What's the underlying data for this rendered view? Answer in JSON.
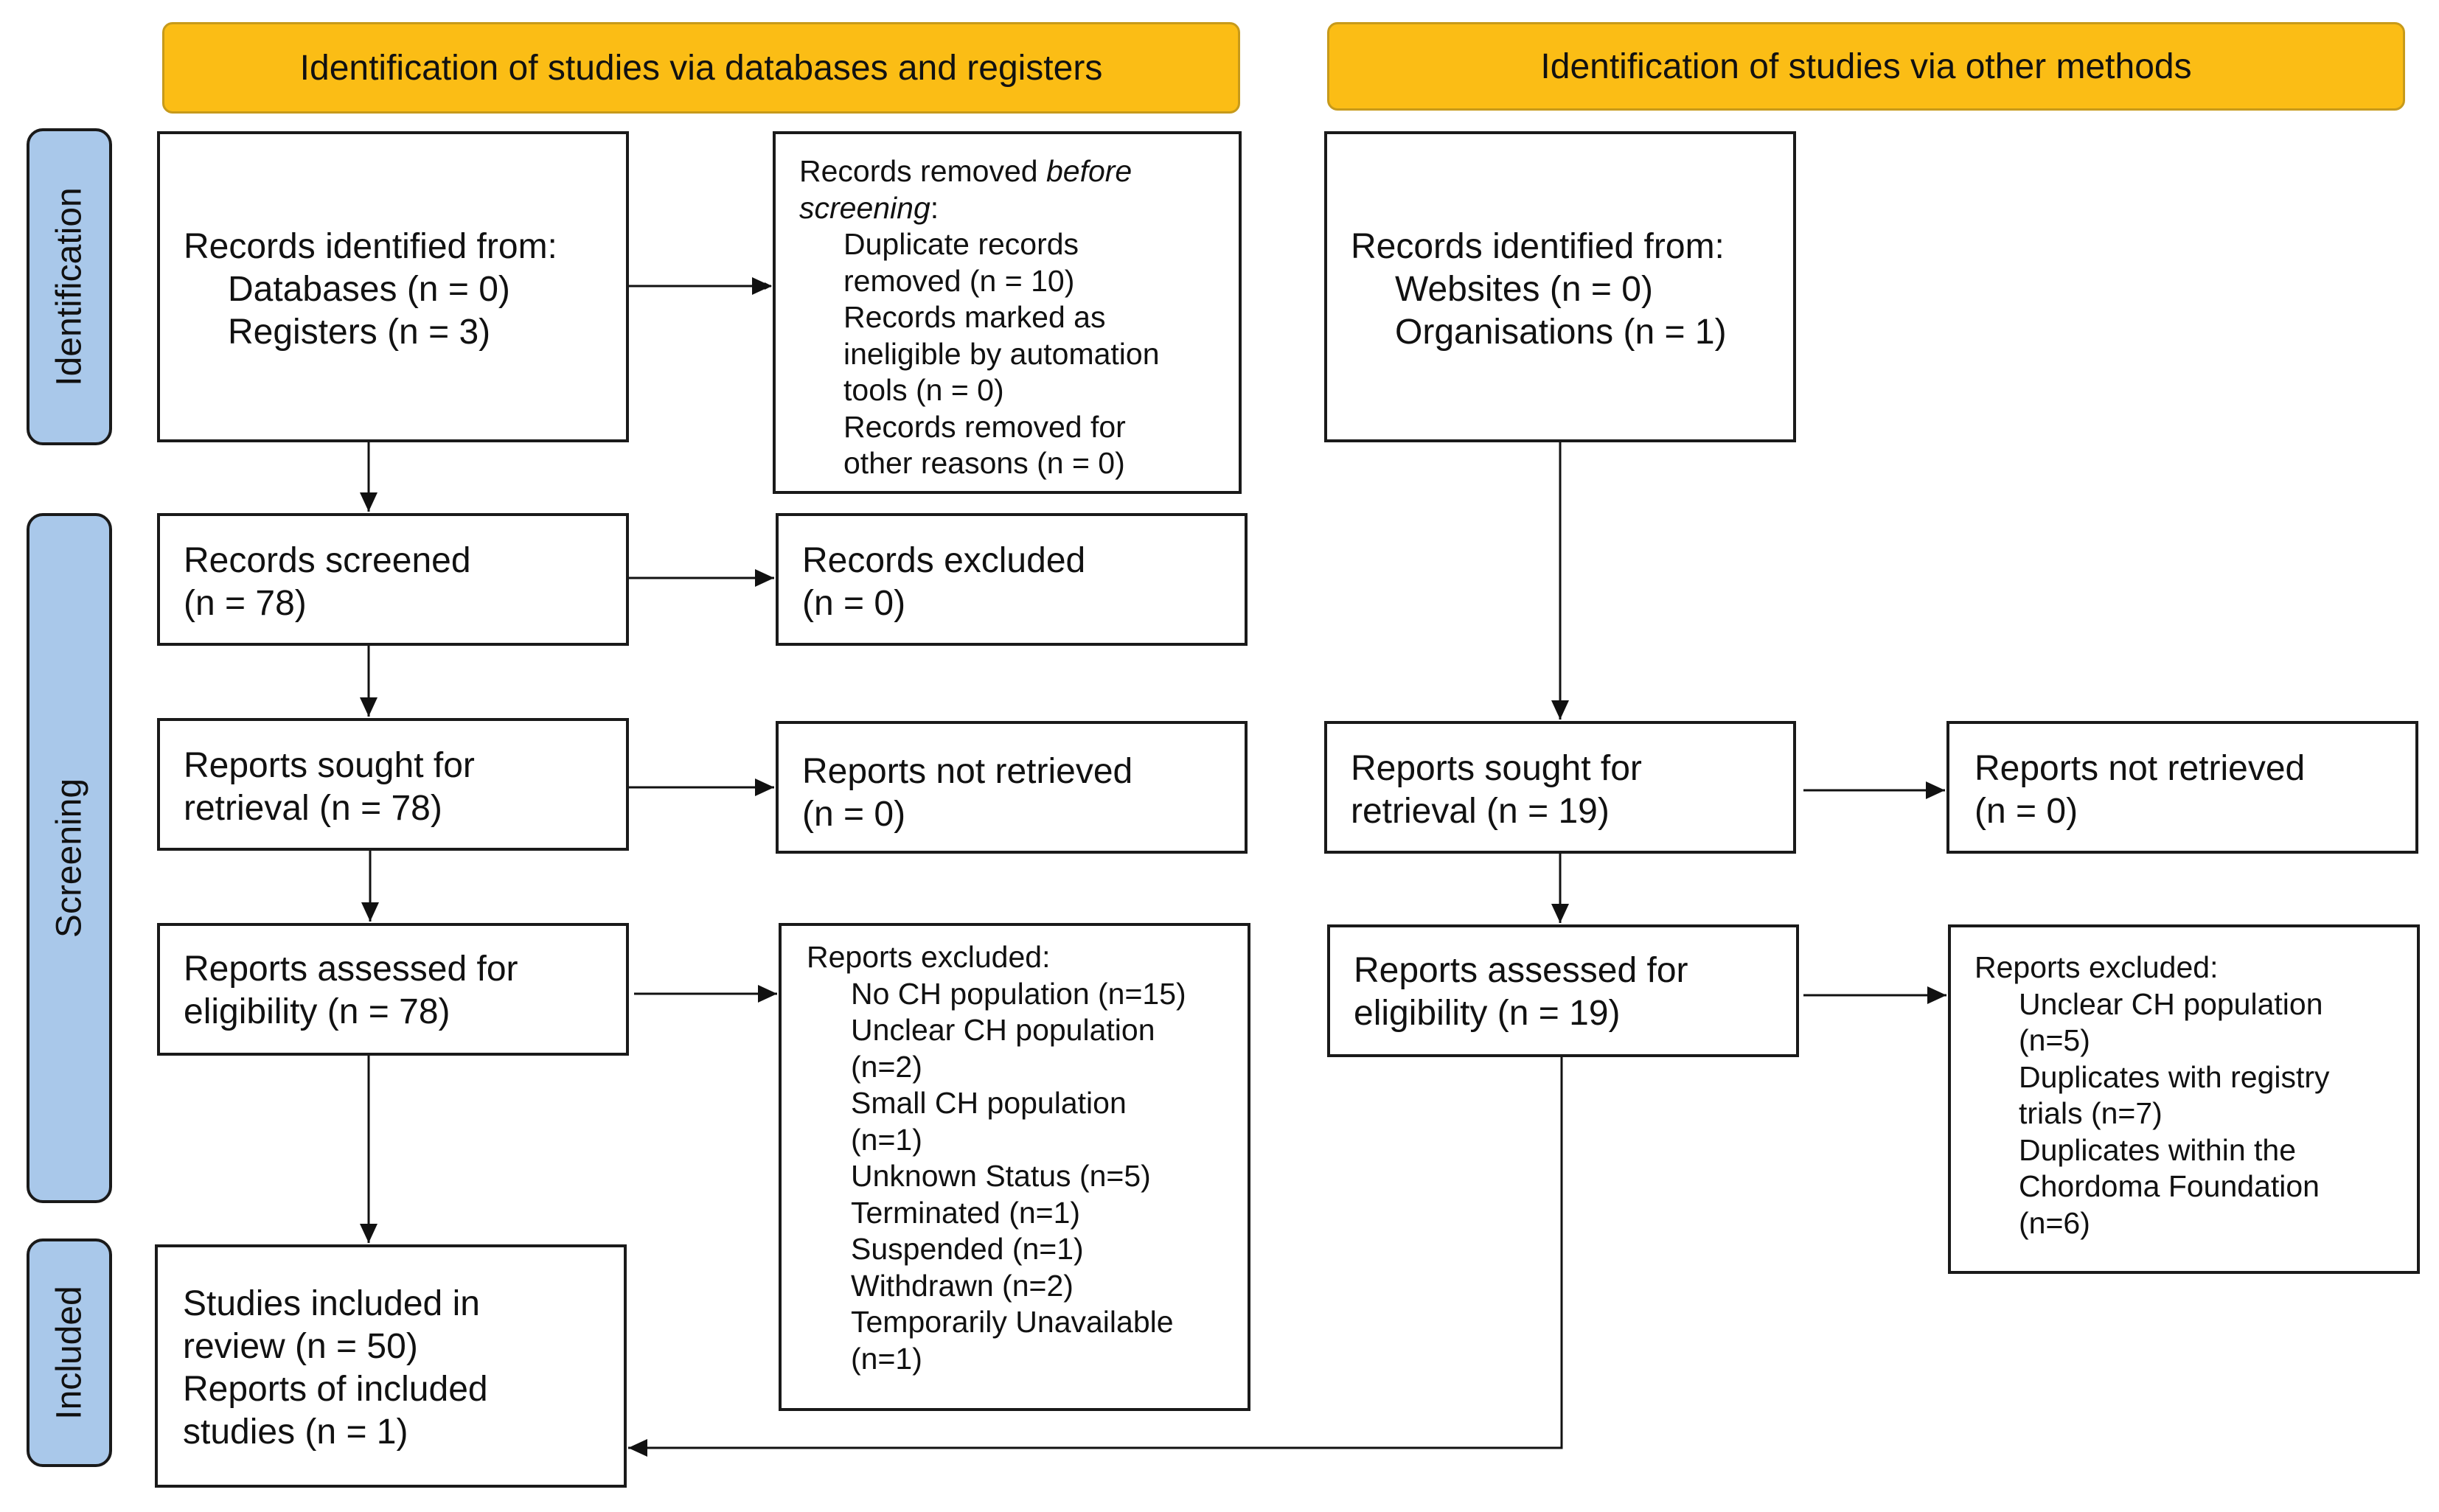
{
  "headers": {
    "left": "Identification of studies via databases and registers",
    "right": "Identification of studies via other methods"
  },
  "phases": {
    "identification": "Identification",
    "screening": "Screening",
    "included": "Included"
  },
  "left": {
    "records_identified": {
      "title": "Records identified from:",
      "databases": "Databases (n = 0)",
      "registers": "Registers (n = 3)"
    },
    "records_removed": {
      "l1_pre": "Records removed ",
      "l1_em": "before",
      "l2_em": "screening",
      "l2_post": ":",
      "i1": "Duplicate records",
      "i2": "removed  (n = 10)",
      "i3": "Records marked as",
      "i4": "ineligible by automation",
      "i5": "tools (n = 0)",
      "i6": "Records removed for",
      "i7": "other reasons (n = 0)"
    },
    "records_screened": {
      "l1": "Records screened",
      "l2": "(n = 78)"
    },
    "records_excluded": {
      "l1": "Records excluded",
      "l2": "(n = 0)"
    },
    "sought": {
      "l1": "Reports sought for",
      "l2": "retrieval (n = 78)"
    },
    "not_retrieved": {
      "l1": "Reports not retrieved",
      "l2": "(n = 0)"
    },
    "assessed": {
      "l1": "Reports assessed for",
      "l2": "eligibility (n = 78)"
    },
    "excluded": {
      "title": "Reports excluded:",
      "items": [
        "No CH population (n=15)",
        "Unclear CH population",
        "(n=2)",
        "Small CH population",
        "(n=1)",
        "Unknown Status (n=5)",
        "Terminated (n=1)",
        "Suspended (n=1)",
        "Withdrawn (n=2)",
        "Temporarily Unavailable",
        "(n=1)"
      ]
    },
    "included": {
      "l1": "Studies included in",
      "l2": "review (n = 50)",
      "l3": "Reports of included",
      "l4": "studies (n = 1)"
    }
  },
  "right": {
    "records_identified": {
      "title": "Records identified from:",
      "websites": "Websites (n = 0)",
      "organisations": "Organisations (n = 1)"
    },
    "sought": {
      "l1": "Reports sought for",
      "l2": "retrieval (n = 19)"
    },
    "not_retrieved": {
      "l1": "Reports not retrieved",
      "l2": "(n = 0)"
    },
    "assessed": {
      "l1": "Reports assessed for",
      "l2": "eligibility (n = 19)"
    },
    "excluded": {
      "title": "Reports excluded:",
      "items": [
        "Unclear CH population",
        "(n=5)",
        "Duplicates with registry",
        "trials (n=7)",
        "Duplicates within the",
        "Chordoma Foundation",
        "(n=6)"
      ]
    }
  }
}
